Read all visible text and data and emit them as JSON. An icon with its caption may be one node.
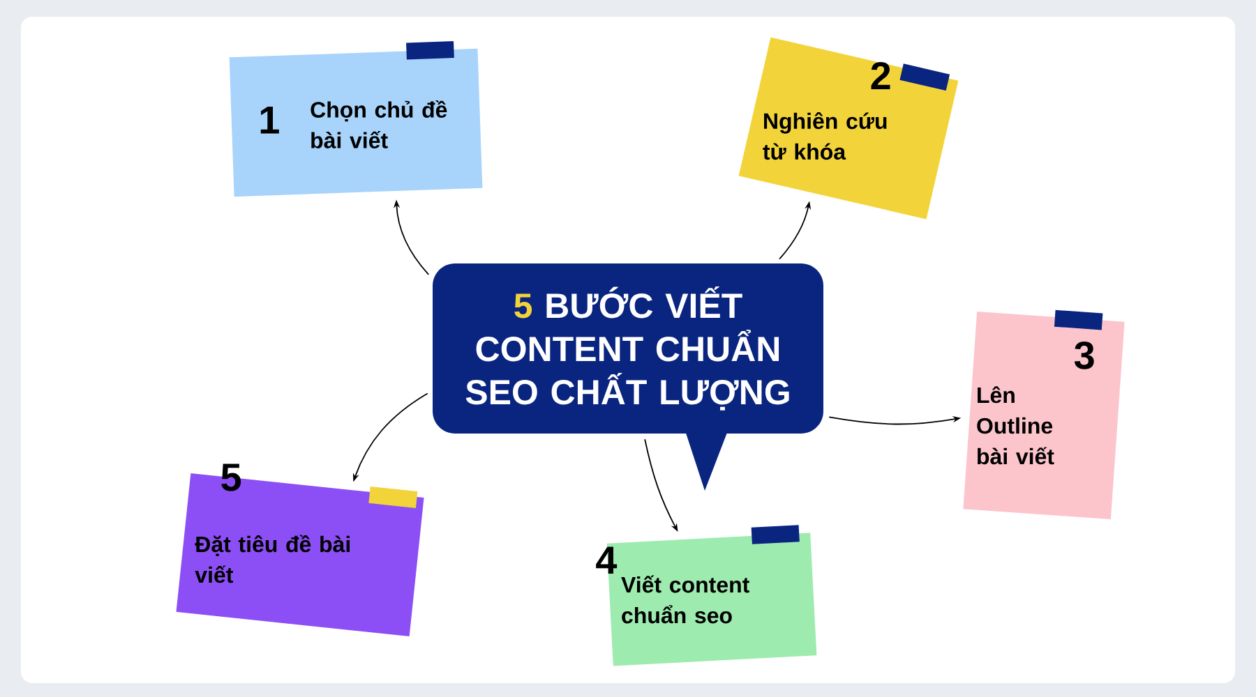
{
  "diagram": {
    "nodes": [
      {
        "text": [
          "5",
          "BƯỚC VIẾT CONTENT CHUẨN SEO CHẤT LƯỢNG"
        ]
      },
      {
        "text": [
          "1",
          "Chọn chủ đề bài viết"
        ]
      },
      {
        "text": [
          "2",
          "Nghiên cứu từ khóa"
        ]
      },
      {
        "text": [
          "3",
          "Lên Outline bài viết"
        ]
      },
      {
        "text": [
          "4",
          "Viết content chuẩn seo"
        ]
      },
      {
        "text": [
          "5",
          "Đặt tiêu đề bài viết"
        ]
      }
    ],
    "edges": [
      {
        "from": 0,
        "to": 1,
        "arrow": "to"
      },
      {
        "from": 0,
        "to": 2,
        "arrow": "to"
      },
      {
        "from": 0,
        "to": 3,
        "arrow": "to"
      },
      {
        "from": 0,
        "to": 4,
        "arrow": "to"
      },
      {
        "from": 0,
        "to": 5,
        "arrow": "to"
      }
    ]
  }
}
